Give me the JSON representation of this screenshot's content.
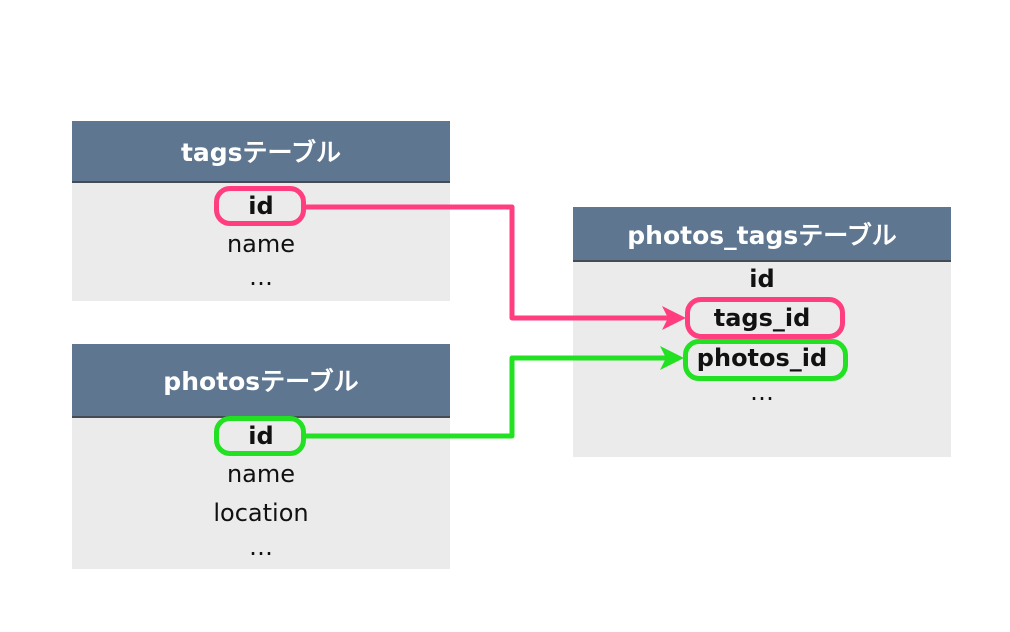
{
  "tables": {
    "tags": {
      "title": "tagsテーブル",
      "fields": [
        "id",
        "name",
        "…"
      ]
    },
    "photos": {
      "title": "photosテーブル",
      "fields": [
        "id",
        "name",
        "location",
        "…"
      ]
    },
    "photos_tags": {
      "title": "photos_tagsテーブル",
      "fields": [
        "id",
        "tags_id",
        "photos_id",
        "…"
      ]
    }
  },
  "relations": [
    {
      "from": "tags.id",
      "to": "photos_tags.tags_id",
      "color": "#ff3d7f"
    },
    {
      "from": "photos.id",
      "to": "photos_tags.photos_id",
      "color": "#22e022"
    }
  ],
  "colors": {
    "header_bg": "#5e7690",
    "body_bg": "#ebebeb",
    "tag_link": "#ff3d7f",
    "photo_link": "#22e022"
  }
}
